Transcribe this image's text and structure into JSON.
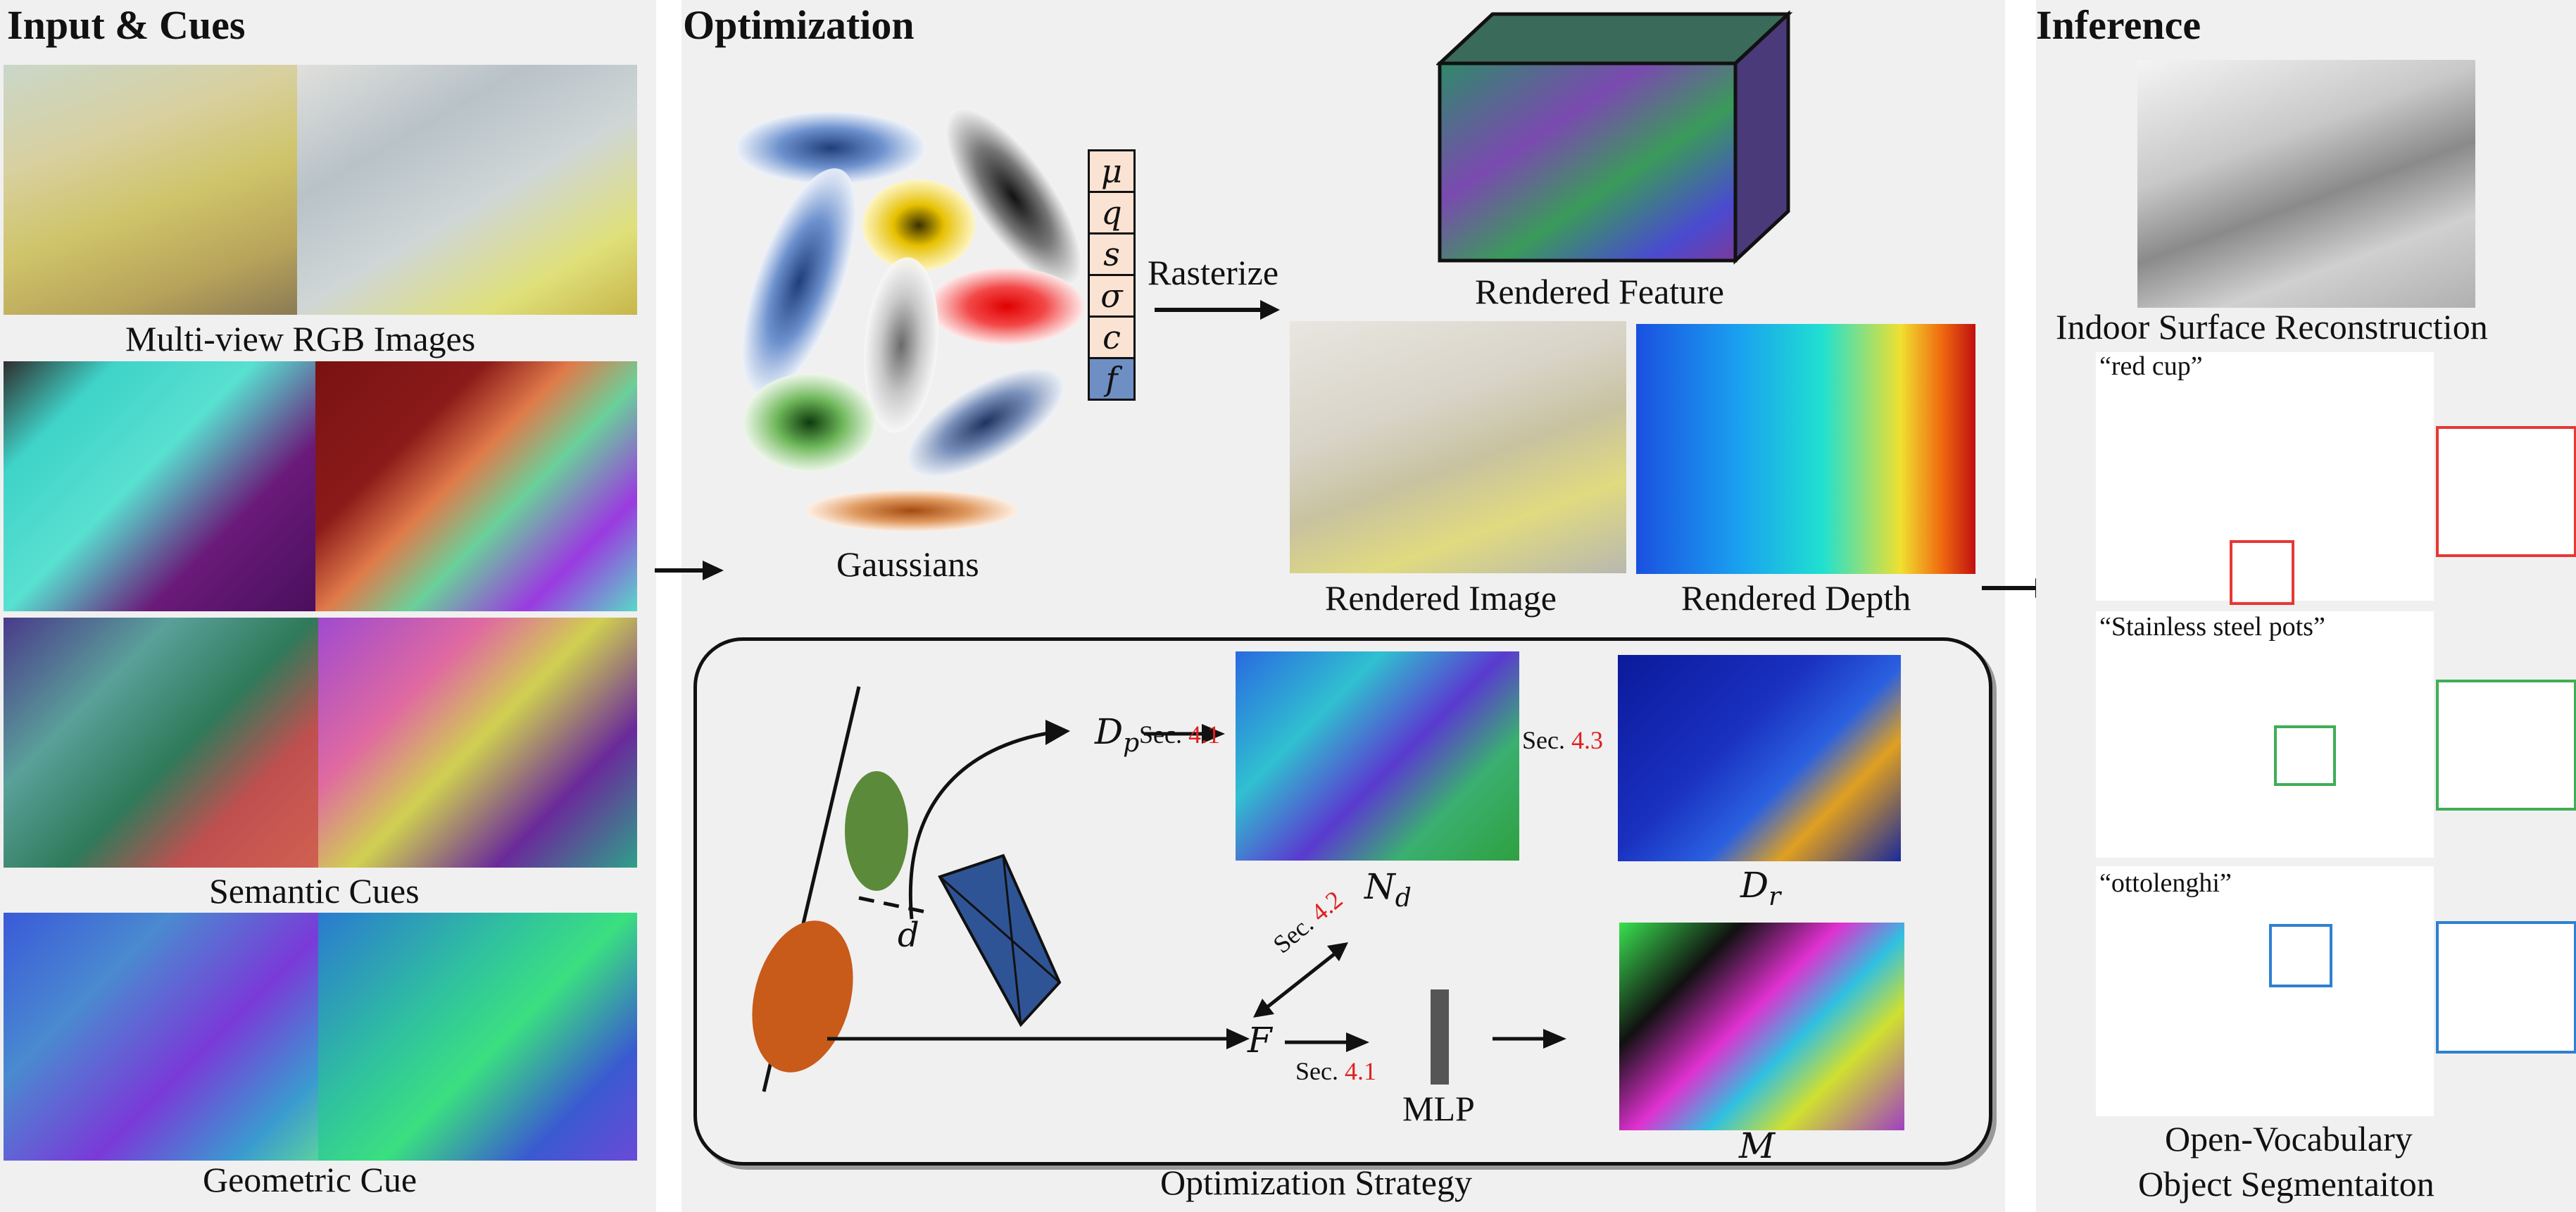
{
  "panels": {
    "input": {
      "title": "Input & Cues"
    },
    "optimization": {
      "title": "Optimization"
    },
    "inference": {
      "title": "Inference"
    }
  },
  "input": {
    "rgb_caption": "Multi-view RGB Images",
    "semantic_caption": "Semantic Cues",
    "geometric_caption": "Geometric Cue"
  },
  "optimization": {
    "gaussians_caption": "Gaussians",
    "params": [
      "μ",
      "q",
      "s",
      "σ",
      "c",
      "f"
    ],
    "rasterize_label": "Rasterize",
    "rendered_feature": "Rendered Feature",
    "rendered_image": "Rendered Image",
    "rendered_depth": "Rendered Depth",
    "strategy_caption": "Optimization Strategy",
    "strategy": {
      "d_label": "d",
      "dp_label": "D",
      "dp_sub": "p",
      "dr_label": "D",
      "dr_sub": "r",
      "nd_label": "N",
      "nd_sub": "d",
      "f_label": "F",
      "m_label": "M",
      "mlp_label": "MLP",
      "sec_prefix": "Sec.",
      "sec_41a": "4.1",
      "sec_43": "4.3",
      "sec_42": "4.2",
      "sec_41b": "4.1"
    }
  },
  "inference": {
    "surface_caption": "Indoor Surface Reconstruction",
    "queries": [
      "“red cup”",
      "“Stainless steel pots”",
      "“ottolenghi”"
    ],
    "ov_caption_line1": "Open-Vocabulary",
    "ov_caption_line2": "Object Segmentaiton"
  },
  "colors": {
    "panel_bg": "#f0f0f0",
    "param_box": "#fbe3d3",
    "feature_box": "#6e8fc4",
    "highlight_red": "#e02020",
    "box_red": "#e53935",
    "box_green": "#3fae56",
    "box_blue": "#2f80d0"
  }
}
